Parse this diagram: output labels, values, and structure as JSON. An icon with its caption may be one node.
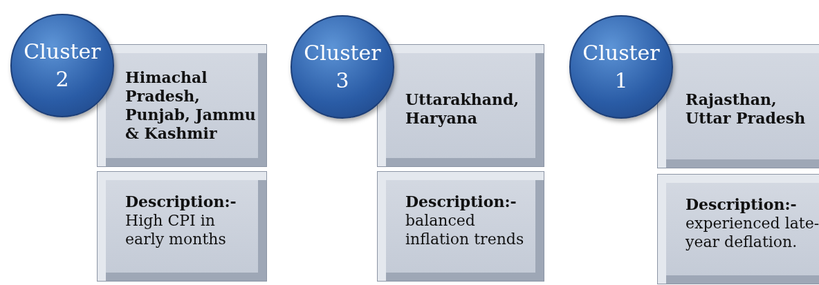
{
  "diagram": {
    "nodes": [
      {
        "text": [
          "Cluster 2"
        ]
      },
      {
        "text": [
          "Himachal Pradesh, Punjab, Jammu & Kashmir"
        ]
      },
      {
        "text": [
          "Description:-",
          "High CPI in early months"
        ]
      },
      {
        "text": [
          "Cluster 3"
        ]
      },
      {
        "text": [
          "Uttarakhand, Haryana"
        ]
      },
      {
        "text": [
          "Description:-",
          "balanced inflation trends"
        ]
      },
      {
        "text": [
          "Cluster 1"
        ]
      },
      {
        "text": [
          "Rajasthan, Uttar Pradesh"
        ]
      },
      {
        "text": [
          "Description:-",
          "experienced late-year deflation."
        ]
      }
    ],
    "edges": []
  }
}
